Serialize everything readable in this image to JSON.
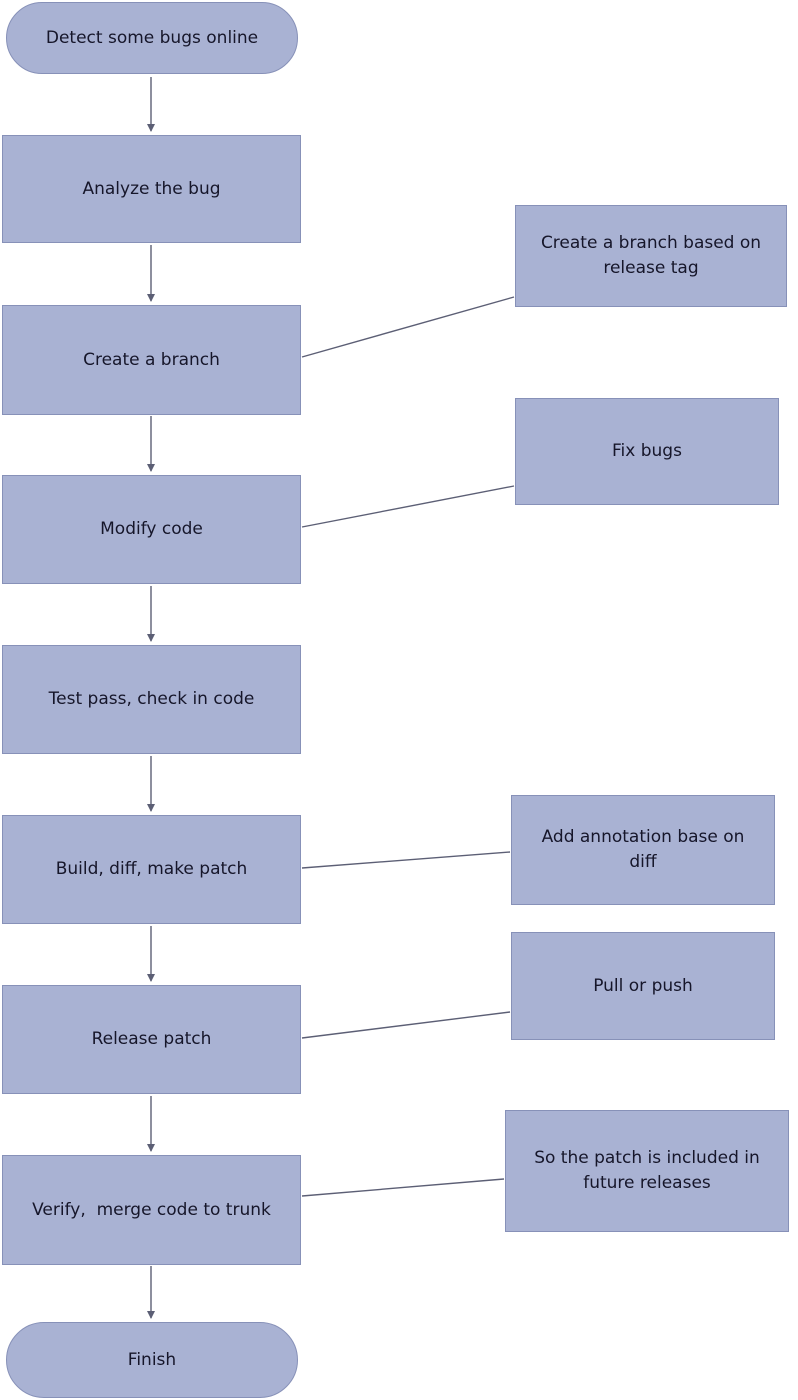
{
  "theme": {
    "node_fill": "#a9b2d3",
    "node_border": "#8791b8",
    "edge_color": "#5c5f75",
    "text_color": "#16162a",
    "background": "#ffffff"
  },
  "flowchart": {
    "nodes": [
      {
        "id": "start",
        "type": "terminator",
        "label": "Detect some bugs online"
      },
      {
        "id": "analyze",
        "type": "process",
        "label": "Analyze the bug"
      },
      {
        "id": "branch",
        "type": "process",
        "label": "Create a branch"
      },
      {
        "id": "modify",
        "type": "process",
        "label": "Modify code"
      },
      {
        "id": "test",
        "type": "process",
        "label": "Test pass, check in code"
      },
      {
        "id": "build",
        "type": "process",
        "label": "Build, diff, make patch"
      },
      {
        "id": "release",
        "type": "process",
        "label": "Release patch"
      },
      {
        "id": "verify",
        "type": "process",
        "label": "Verify,  merge code to trunk"
      },
      {
        "id": "finish",
        "type": "terminator",
        "label": "Finish"
      }
    ],
    "annotations": [
      {
        "id": "branch_note",
        "attached_to": "branch",
        "label": "Create a branch based on release tag"
      },
      {
        "id": "modify_note",
        "attached_to": "modify",
        "label": "Fix bugs"
      },
      {
        "id": "build_note",
        "attached_to": "build",
        "label": "Add annotation base on diff"
      },
      {
        "id": "release_note",
        "attached_to": "release",
        "label": "Pull or push"
      },
      {
        "id": "verify_note",
        "attached_to": "verify",
        "label": "So the patch is included in future releases"
      }
    ],
    "edges": [
      {
        "from": "start",
        "to": "analyze",
        "arrow": true
      },
      {
        "from": "analyze",
        "to": "branch",
        "arrow": true
      },
      {
        "from": "branch",
        "to": "modify",
        "arrow": true
      },
      {
        "from": "modify",
        "to": "test",
        "arrow": true
      },
      {
        "from": "test",
        "to": "build",
        "arrow": true
      },
      {
        "from": "build",
        "to": "release",
        "arrow": true
      },
      {
        "from": "release",
        "to": "verify",
        "arrow": true
      },
      {
        "from": "verify",
        "to": "finish",
        "arrow": true
      },
      {
        "from": "branch",
        "to": "branch_note",
        "arrow": false
      },
      {
        "from": "modify",
        "to": "modify_note",
        "arrow": false
      },
      {
        "from": "build",
        "to": "build_note",
        "arrow": false
      },
      {
        "from": "release",
        "to": "release_note",
        "arrow": false
      },
      {
        "from": "verify",
        "to": "verify_note",
        "arrow": false
      }
    ]
  }
}
